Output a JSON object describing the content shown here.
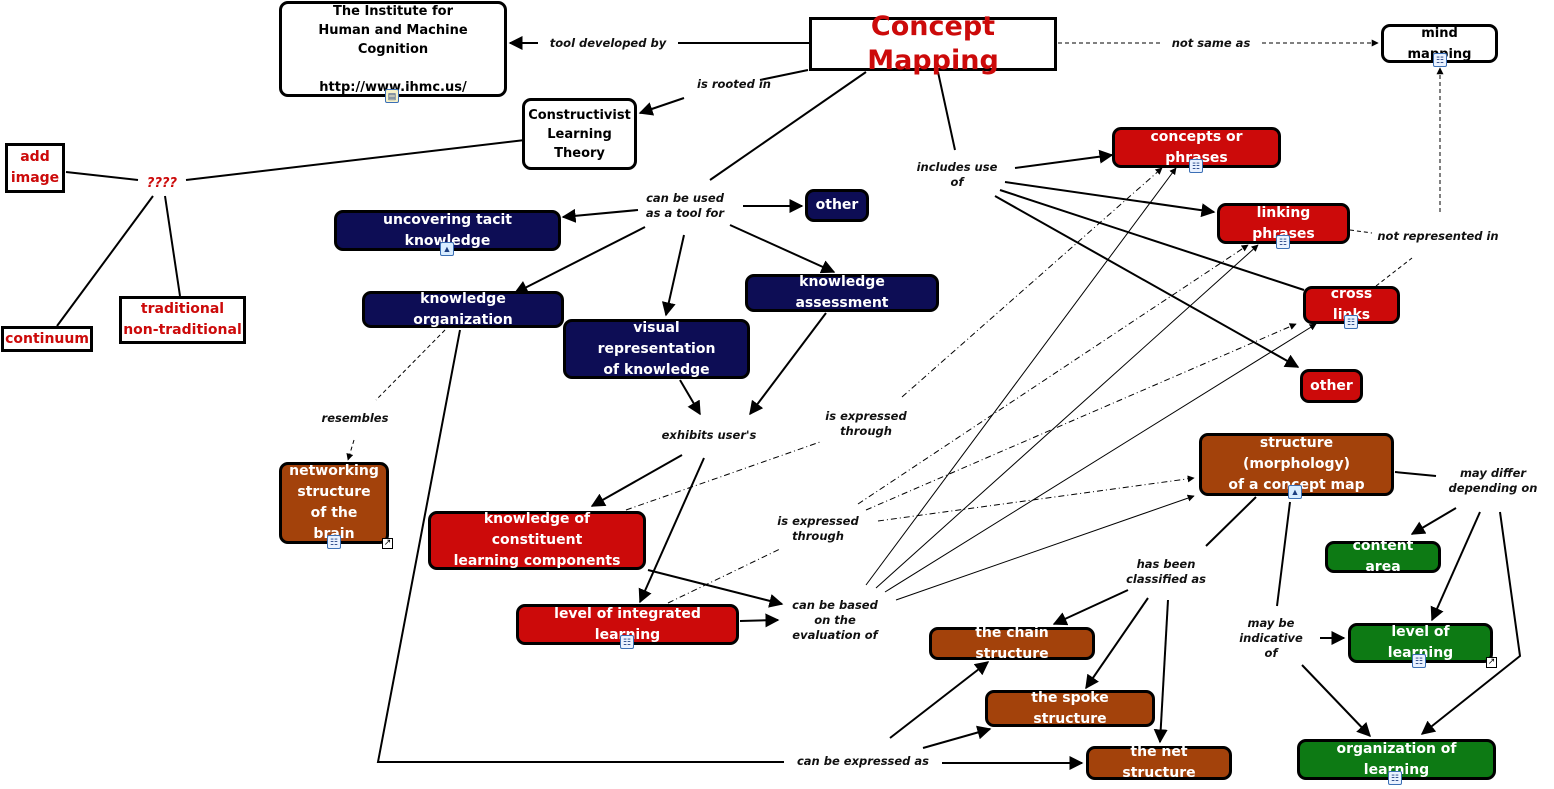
{
  "title": "Concept Mapping",
  "concepts": {
    "concept_mapping": "Concept Mapping",
    "ihmc": "The Institute for\nHuman and Machine Cognition\n\nhttp://www.ihmc.us/",
    "constructivist": "Constructivist\nLearning\nTheory",
    "mind_mapping": "mind mapping",
    "add_image": "add\nimage",
    "continuum": "continuum",
    "traditional": "traditional\nnon-traditional",
    "uncovering": "uncovering tacit knowledge",
    "other_navy": "other",
    "knowledge_org": "knowledge organization",
    "visual_rep": "visual representation\nof knowledge",
    "knowledge_assess": "knowledge assessment",
    "networking": "networking\nstructure\nof the brain",
    "knowledge_constituent": "knowledge of constituent\nlearning components",
    "level_integrated": "level of integrated learning",
    "concepts_phrases": "concepts or phrases",
    "linking_phrases": "linking phrases",
    "cross_links": "cross links",
    "other_red": "other",
    "structure": "structure (morphology)\nof a concept map",
    "chain": "the chain structure",
    "spoke": "the spoke structure",
    "net": "the net structure",
    "content_area": "content area",
    "level_learning": "level of  learning",
    "org_learning": "organization of learning"
  },
  "linking_phrases": {
    "tool_developed_by": "tool developed by",
    "not_same_as": "not same as",
    "is_rooted_in": "is rooted in",
    "question": "????",
    "includes_use_of": "includes use\nof",
    "can_be_used": "can be used\nas a tool for",
    "not_represented_in": "not represented in",
    "resembles": "resembles",
    "exhibits_users": "exhibits user's",
    "is_expressed_through_1": "is expressed\nthrough",
    "is_expressed_through_2": "is expressed\nthrough",
    "can_be_based": "can be based\non the\nevaluation of",
    "has_been_classified": "has been\nclassified as",
    "may_differ": "may differ\ndepending on",
    "may_be_indicative": "may be\nindicative\nof",
    "can_be_expressed_as": "can be expressed as"
  },
  "resource_icons": {
    "concept_map": "concept-map-icon",
    "image": "image-icon",
    "web_page": "web-page-icon",
    "shortcut": "shortcut-arrow-icon"
  },
  "colors": {
    "red": "#cc0a0a",
    "navy": "#0d0d55",
    "brown": "#a3420b",
    "green": "#0d7a14",
    "line": "#000000"
  }
}
